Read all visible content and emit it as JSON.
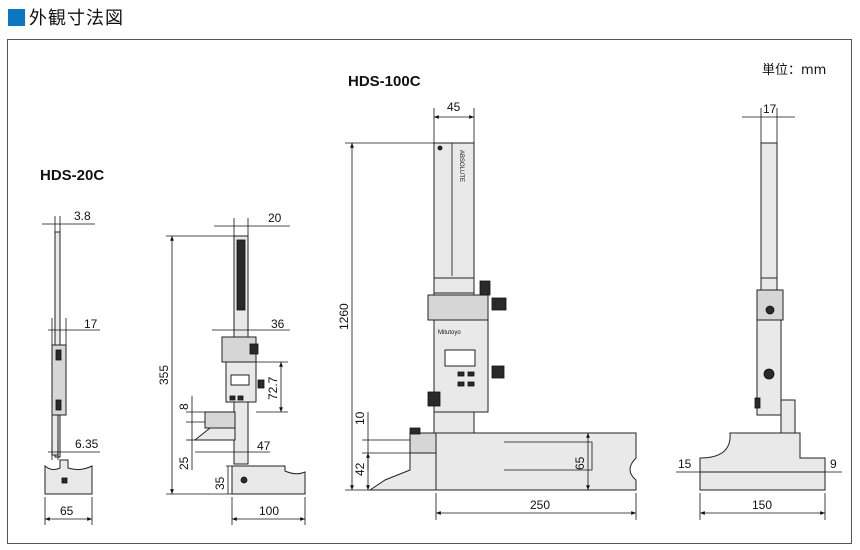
{
  "header": {
    "title": "外観寸法図"
  },
  "unit_label": "単位：mm",
  "models": {
    "small": "HDS-20C",
    "large": "HDS-100C"
  },
  "small_side": {
    "d1": "3.8",
    "d2": "17",
    "d3": "6.35",
    "d4": "65"
  },
  "small_front": {
    "d1": "20",
    "d2": "36",
    "d3": "355",
    "d4": "72.7",
    "d5": "8",
    "d6": "47",
    "d7": "25",
    "d8": "35",
    "d9": "100"
  },
  "large_front": {
    "d1": "45",
    "d2": "1260",
    "d3": "10",
    "d4": "42",
    "d5": "65",
    "d6": "250"
  },
  "large_side": {
    "d1": "17",
    "d2": "15",
    "d3": "9",
    "d4": "150"
  },
  "brand": {
    "scale_mark": "ABSOLUTE",
    "body_logo": "Mitutoyo"
  }
}
